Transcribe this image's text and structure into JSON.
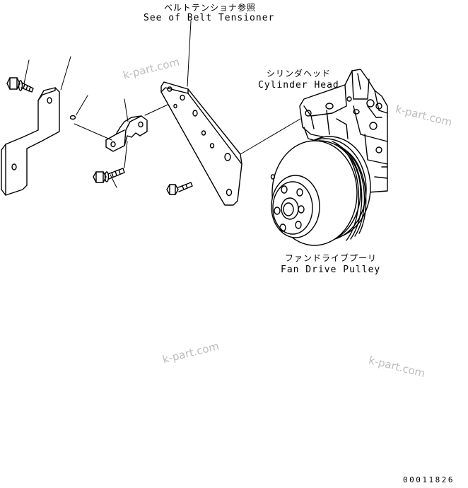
{
  "labels": {
    "belt_tensioner_jp": "ベルトテンショナ参照",
    "belt_tensioner_en": "See of Belt Tensioner",
    "cylinder_head_jp": "シリンダヘッド",
    "cylinder_head_en": "Cylinder Head",
    "fan_pulley_jp": "ファンドライブプーリ",
    "fan_pulley_en": "Fan Drive Pulley"
  },
  "watermark": "k-part.com",
  "drawing_number": "00011826"
}
